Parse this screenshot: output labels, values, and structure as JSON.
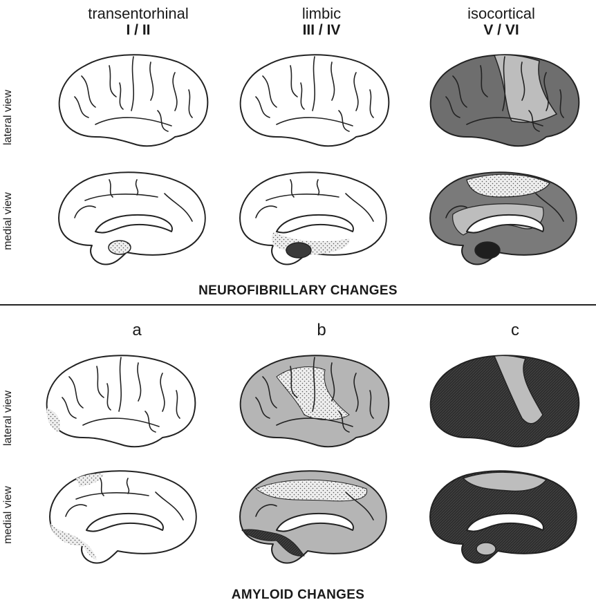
{
  "top_section": {
    "columns": [
      {
        "stage": "transentorhinal",
        "roman": "I / II"
      },
      {
        "stage": "limbic",
        "roman": "III / IV"
      },
      {
        "stage": "isocortical",
        "roman": "V / VI"
      }
    ],
    "row_labels": [
      "lateral view",
      "medial view"
    ],
    "title": "NEUROFIBRILLARY CHANGES"
  },
  "bottom_section": {
    "columns": [
      {
        "letter": "a"
      },
      {
        "letter": "b"
      },
      {
        "letter": "c"
      }
    ],
    "row_labels": [
      "lateral view",
      "medial view"
    ],
    "title": "AMYLOID CHANGES"
  },
  "colors": {
    "white": "#ffffff",
    "dotted": "#d4d4d4",
    "light_gray": "#bdbdbd",
    "mid_gray": "#7a7a7a",
    "dark": "#3a3a3a",
    "black": "#1e1e1e",
    "outline": "#222222"
  }
}
